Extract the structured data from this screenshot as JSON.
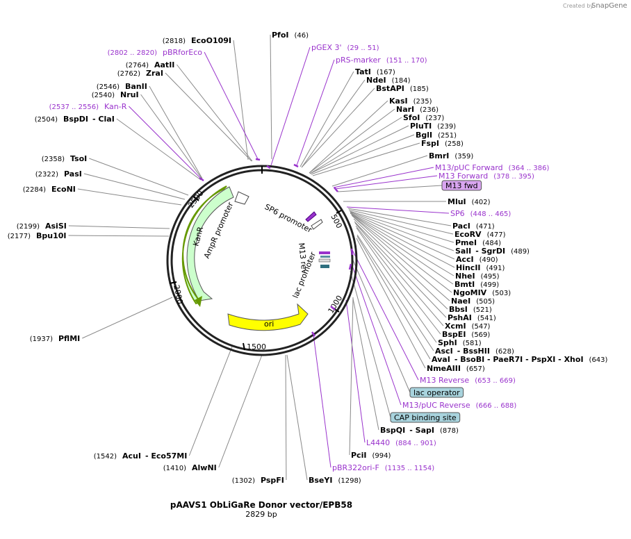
{
  "credit": {
    "prefix": "Created by",
    "brand": "SnapGene"
  },
  "plasmid": {
    "name": "pAAVS1 ObLiGaRe Donor vector/EPB58",
    "size": "2829 bp"
  },
  "ticks": [
    "500",
    "1000",
    "1500",
    "2000",
    "2500"
  ],
  "features": {
    "sp6_promoter": "SP6 promoter",
    "ampr_promoter": "AmpR promoter",
    "kanr": "KanR",
    "m13_rev": "M13 rev",
    "lac_promoter": "lac promoter",
    "ori": "ori"
  },
  "labels": [
    {
      "name": "EcoO109I",
      "pos": "(2818)"
    },
    {
      "name": "PfoI",
      "pos": "(46)"
    },
    {
      "name": "pGEX 3'",
      "pos": "(29 .. 51)",
      "primer": true
    },
    {
      "name": "pBRforEco",
      "pos": "(2802 .. 2820)",
      "primer": true
    },
    {
      "name": "pRS-marker",
      "pos": "(151 .. 170)",
      "primer": true
    },
    {
      "name": "AatII",
      "pos": "(2764)"
    },
    {
      "name": "TatI",
      "pos": "(167)"
    },
    {
      "name": "ZraI",
      "pos": "(2762)"
    },
    {
      "name": "NdeI",
      "pos": "(184)"
    },
    {
      "name": "BstAPI",
      "pos": "(185)"
    },
    {
      "name": "BanII",
      "pos": "(2546)"
    },
    {
      "name": "NruI",
      "pos": "(2540)"
    },
    {
      "name": "KasI",
      "pos": "(235)"
    },
    {
      "name": "Kan-R",
      "pos": "(2537 .. 2556)",
      "primer": true
    },
    {
      "name": "NarI",
      "pos": "(236)"
    },
    {
      "name": "SfoI",
      "pos": "(237)"
    },
    {
      "name": "BspDI",
      "pos": "(2504)",
      "extra": "- ClaI"
    },
    {
      "name": "PluTI",
      "pos": "(239)"
    },
    {
      "name": "BglI",
      "pos": "(251)"
    },
    {
      "name": "FspI",
      "pos": "(258)"
    },
    {
      "name": "BmrI",
      "pos": "(359)"
    },
    {
      "name": "TsoI",
      "pos": "(2358)"
    },
    {
      "name": "M13/pUC Forward",
      "pos": "(364 .. 386)",
      "primer": true
    },
    {
      "name": "PasI",
      "pos": "(2322)"
    },
    {
      "name": "M13 Forward",
      "pos": "(378 .. 395)",
      "primer": true
    },
    {
      "name": "M13 fwd",
      "box": "#d9a5f0"
    },
    {
      "name": "EcoNI",
      "pos": "(2284)"
    },
    {
      "name": "MluI",
      "pos": "(402)"
    },
    {
      "name": "SP6",
      "pos": "(448 .. 465)",
      "primer": true
    },
    {
      "name": "AsiSI",
      "pos": "(2199)"
    },
    {
      "name": "PacI",
      "pos": "(471)"
    },
    {
      "name": "Bpu10I",
      "pos": "(2177)"
    },
    {
      "name": "EcoRV",
      "pos": "(477)"
    },
    {
      "name": "PmeI",
      "pos": "(484)"
    },
    {
      "name": "SalI",
      "pos": "(489)",
      "extra": "- SgrDI"
    },
    {
      "name": "AccI",
      "pos": "(490)"
    },
    {
      "name": "HincII",
      "pos": "(491)"
    },
    {
      "name": "NheI",
      "pos": "(495)"
    },
    {
      "name": "BmtI",
      "pos": "(499)"
    },
    {
      "name": "NgoMIV",
      "pos": "(503)"
    },
    {
      "name": "NaeI",
      "pos": "(505)"
    },
    {
      "name": "BbsI",
      "pos": "(521)"
    },
    {
      "name": "PshAI",
      "pos": "(541)"
    },
    {
      "name": "PflMI",
      "pos": "(1937)"
    },
    {
      "name": "XcmI",
      "pos": "(547)"
    },
    {
      "name": "BspEI",
      "pos": "(569)"
    },
    {
      "name": "SphI",
      "pos": "(581)"
    },
    {
      "name": "AscI",
      "pos": "(628)",
      "extra": "- BssHII"
    },
    {
      "name": "AvaI",
      "pos": "(643)",
      "extra": "- BsoBI - PaeR7I - PspXI - XhoI"
    },
    {
      "name": "NmeAIII",
      "pos": "(657)"
    },
    {
      "name": "M13 Reverse",
      "pos": "(653 .. 669)",
      "primer": true
    },
    {
      "name": "lac operator",
      "box": "#a8d3dd"
    },
    {
      "name": "M13/pUC Reverse",
      "pos": "(666 .. 688)",
      "primer": true
    },
    {
      "name": "CAP binding site",
      "box": "#a8d3dd"
    },
    {
      "name": "BspQI",
      "pos": "(878)",
      "extra": "- SapI"
    },
    {
      "name": "L4440",
      "pos": "(884 .. 901)",
      "primer": true
    },
    {
      "name": "AcuI",
      "pos": "(1542)",
      "extra": "- Eco57MI"
    },
    {
      "name": "PciI",
      "pos": "(994)"
    },
    {
      "name": "AlwNI",
      "pos": "(1410)"
    },
    {
      "name": "pBR322ori-F",
      "pos": "(1135 .. 1154)",
      "primer": true
    },
    {
      "name": "PspFI",
      "pos": "(1302)"
    },
    {
      "name": "BseYI",
      "pos": "(1298)"
    }
  ],
  "colors": {
    "primer": "#9932cc",
    "kanr": "#ccffcc",
    "kanr_edge": "#669900",
    "ori": "#ffff00",
    "box_feature": "#a8d3dd",
    "primer_box": "#d9a5f0"
  }
}
